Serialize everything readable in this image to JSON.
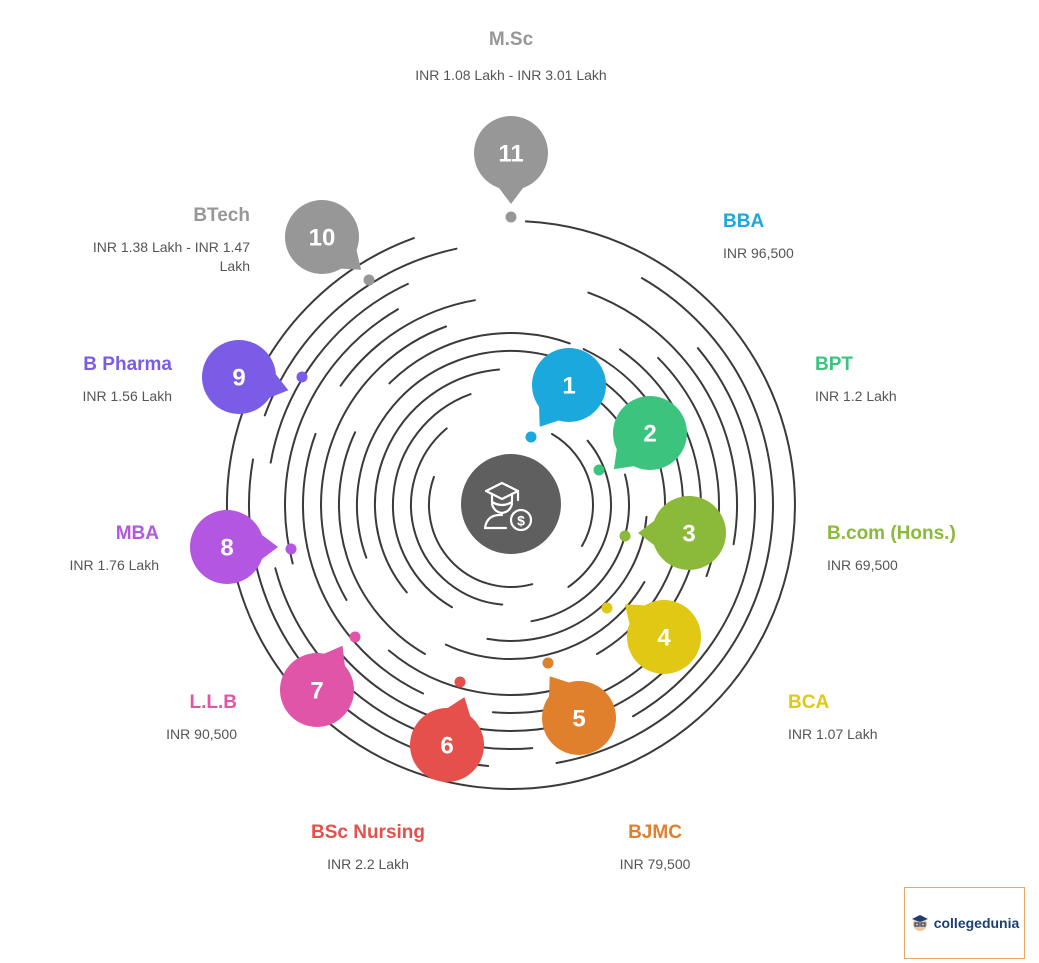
{
  "colors": {
    "ring": "#3a3a3a",
    "hub": "#5f5f5f",
    "fee_text": "#555555"
  },
  "hub": {
    "icon": "graduate-money-icon"
  },
  "courses": [
    {
      "number": "1",
      "name": "BBA",
      "fee": "INR 96,500",
      "color": "#1ba8dc"
    },
    {
      "number": "2",
      "name": "BPT",
      "fee": "INR 1.2 Lakh",
      "color": "#3cc47e"
    },
    {
      "number": "3",
      "name": "B.com (Hons.)",
      "fee": "INR 69,500",
      "color": "#8bb93a"
    },
    {
      "number": "4",
      "name": "BCA",
      "fee": "INR 1.07 Lakh",
      "color": "#e0c815"
    },
    {
      "number": "5",
      "name": "BJMC",
      "fee": "INR 79,500",
      "color": "#e07f2c"
    },
    {
      "number": "6",
      "name": "BSc Nursing",
      "fee": "INR 2.2 Lakh",
      "color": "#e5504c"
    },
    {
      "number": "7",
      "name": "L.L.B",
      "fee": "INR 90,500",
      "color": "#e055a8"
    },
    {
      "number": "8",
      "name": "MBA",
      "fee": "INR 1.76 Lakh",
      "color": "#b356e2"
    },
    {
      "number": "9",
      "name": "B Pharma",
      "fee": "INR 1.56 Lakh",
      "color": "#7b5ce6"
    },
    {
      "number": "10",
      "name": "BTech",
      "fee": "INR 1.38 Lakh - INR 1.47 Lakh",
      "color": "#979797"
    },
    {
      "number": "11",
      "name": "M.Sc",
      "fee": "INR 1.08 Lakh - INR 3.01 Lakh",
      "color": "#979797"
    }
  ],
  "logo": {
    "text": "collegedunia",
    "icon": "student-mascot-icon"
  }
}
